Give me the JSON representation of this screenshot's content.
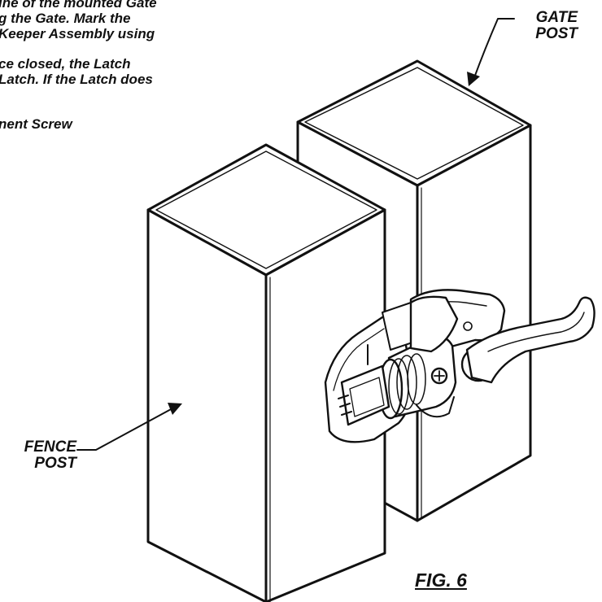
{
  "instructions": {
    "lines": [
      "ine of the mounted Gate",
      "g the Gate. Mark the",
      "Keeper Assembly using",
      "",
      "ce closed, the Latch",
      " Latch. If the Latch does",
      "",
      "",
      "nent Screw"
    ]
  },
  "callouts": {
    "gate_post": [
      "GATE",
      "POST"
    ],
    "fence_post": [
      "FENCE",
      "POST"
    ]
  },
  "figure": {
    "label": "FIG. 6"
  },
  "colors": {
    "ink": "#111111",
    "paper": "#ffffff"
  }
}
